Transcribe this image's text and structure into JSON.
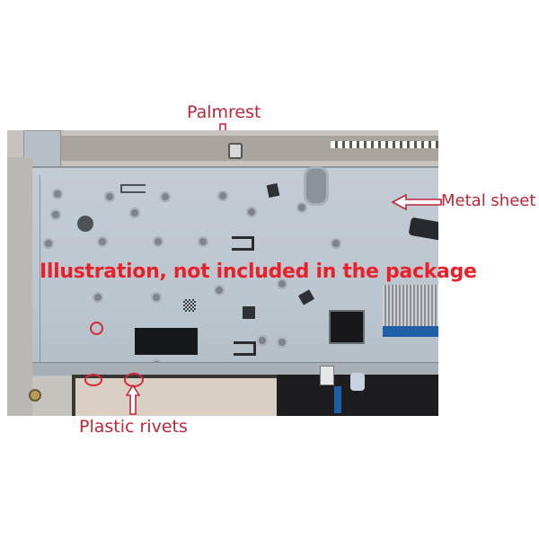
{
  "annotations": {
    "palmrest": "Palmrest",
    "metal_sheet": "Metal sheet",
    "illustration_note": "Illustration, not included in the package",
    "plastic_rivets": "Plastic rivets"
  },
  "colors": {
    "annotation_red": "#c0263a",
    "note_red": "#e8202a",
    "metal_sheet": "#bfc9d2",
    "palmrest_frame": "#c7c4bf",
    "cable_blue": "#1f5fa8"
  }
}
